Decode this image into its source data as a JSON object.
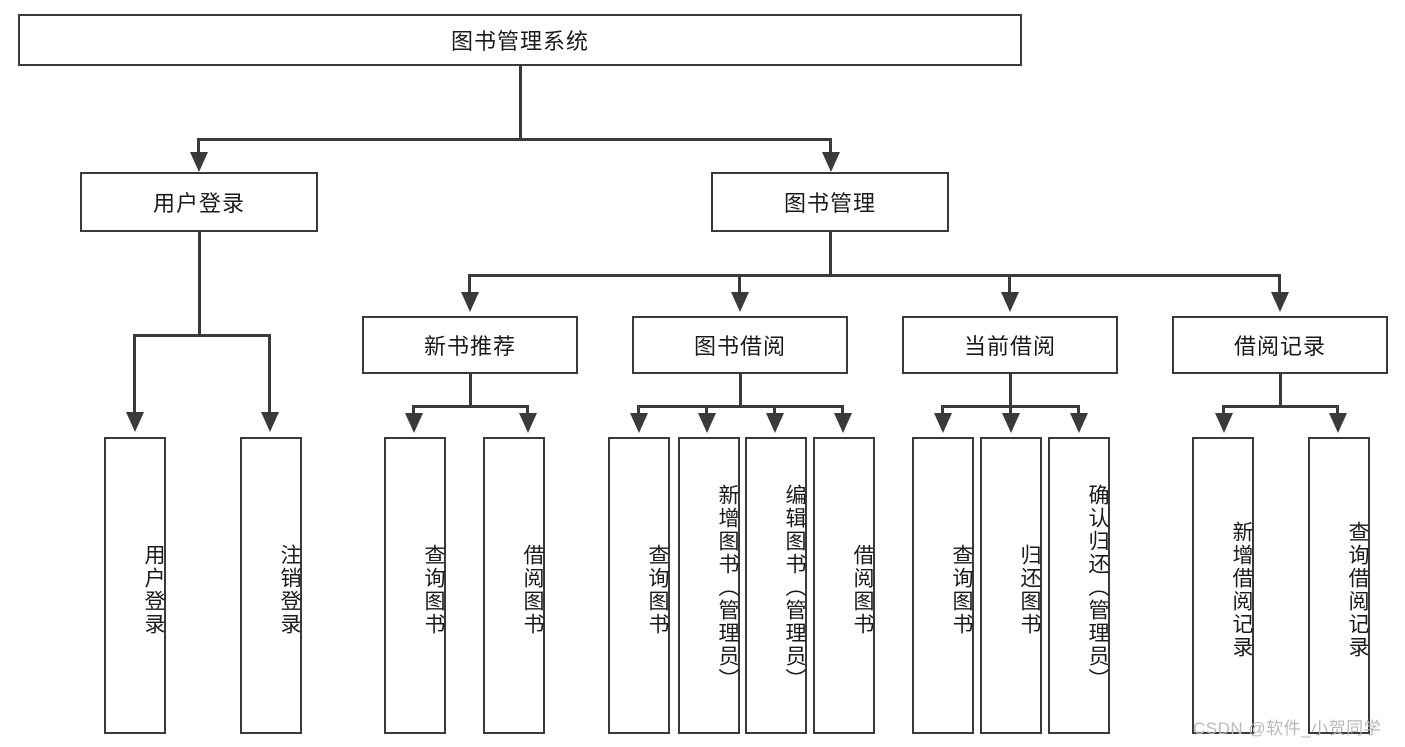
{
  "diagram": {
    "title": "图书管理系统",
    "type": "hierarchy-tree",
    "root": {
      "label": "图书管理系统"
    },
    "level2": [
      {
        "label": "用户登录"
      },
      {
        "label": "图书管理"
      }
    ],
    "level3": [
      {
        "label": "新书推荐"
      },
      {
        "label": "图书借阅"
      },
      {
        "label": "当前借阅"
      },
      {
        "label": "借阅记录"
      }
    ],
    "leaves": {
      "user_login": [
        {
          "label": "用户登录"
        },
        {
          "label": "注销登录"
        }
      ],
      "new_book_recommend": [
        {
          "label": "查询图书"
        },
        {
          "label": "借阅图书"
        }
      ],
      "book_borrow": [
        {
          "label": "查询图书"
        },
        {
          "label": "新增图书（管理员）"
        },
        {
          "label": "编辑图书（管理员）"
        },
        {
          "label": "借阅图书"
        }
      ],
      "current_borrow": [
        {
          "label": "查询图书"
        },
        {
          "label": "归还图书"
        },
        {
          "label": "确认归还（管理员）"
        }
      ],
      "borrow_record": [
        {
          "label": "新增借阅记录"
        },
        {
          "label": "查询借阅记录"
        }
      ]
    }
  },
  "watermark": {
    "text": "CSDN @软件_小贺同学"
  },
  "colors": {
    "stroke": "#3a3a3a",
    "fill": "#ffffff",
    "text": "#1a1a1a",
    "watermark": "#b9b9b9"
  }
}
